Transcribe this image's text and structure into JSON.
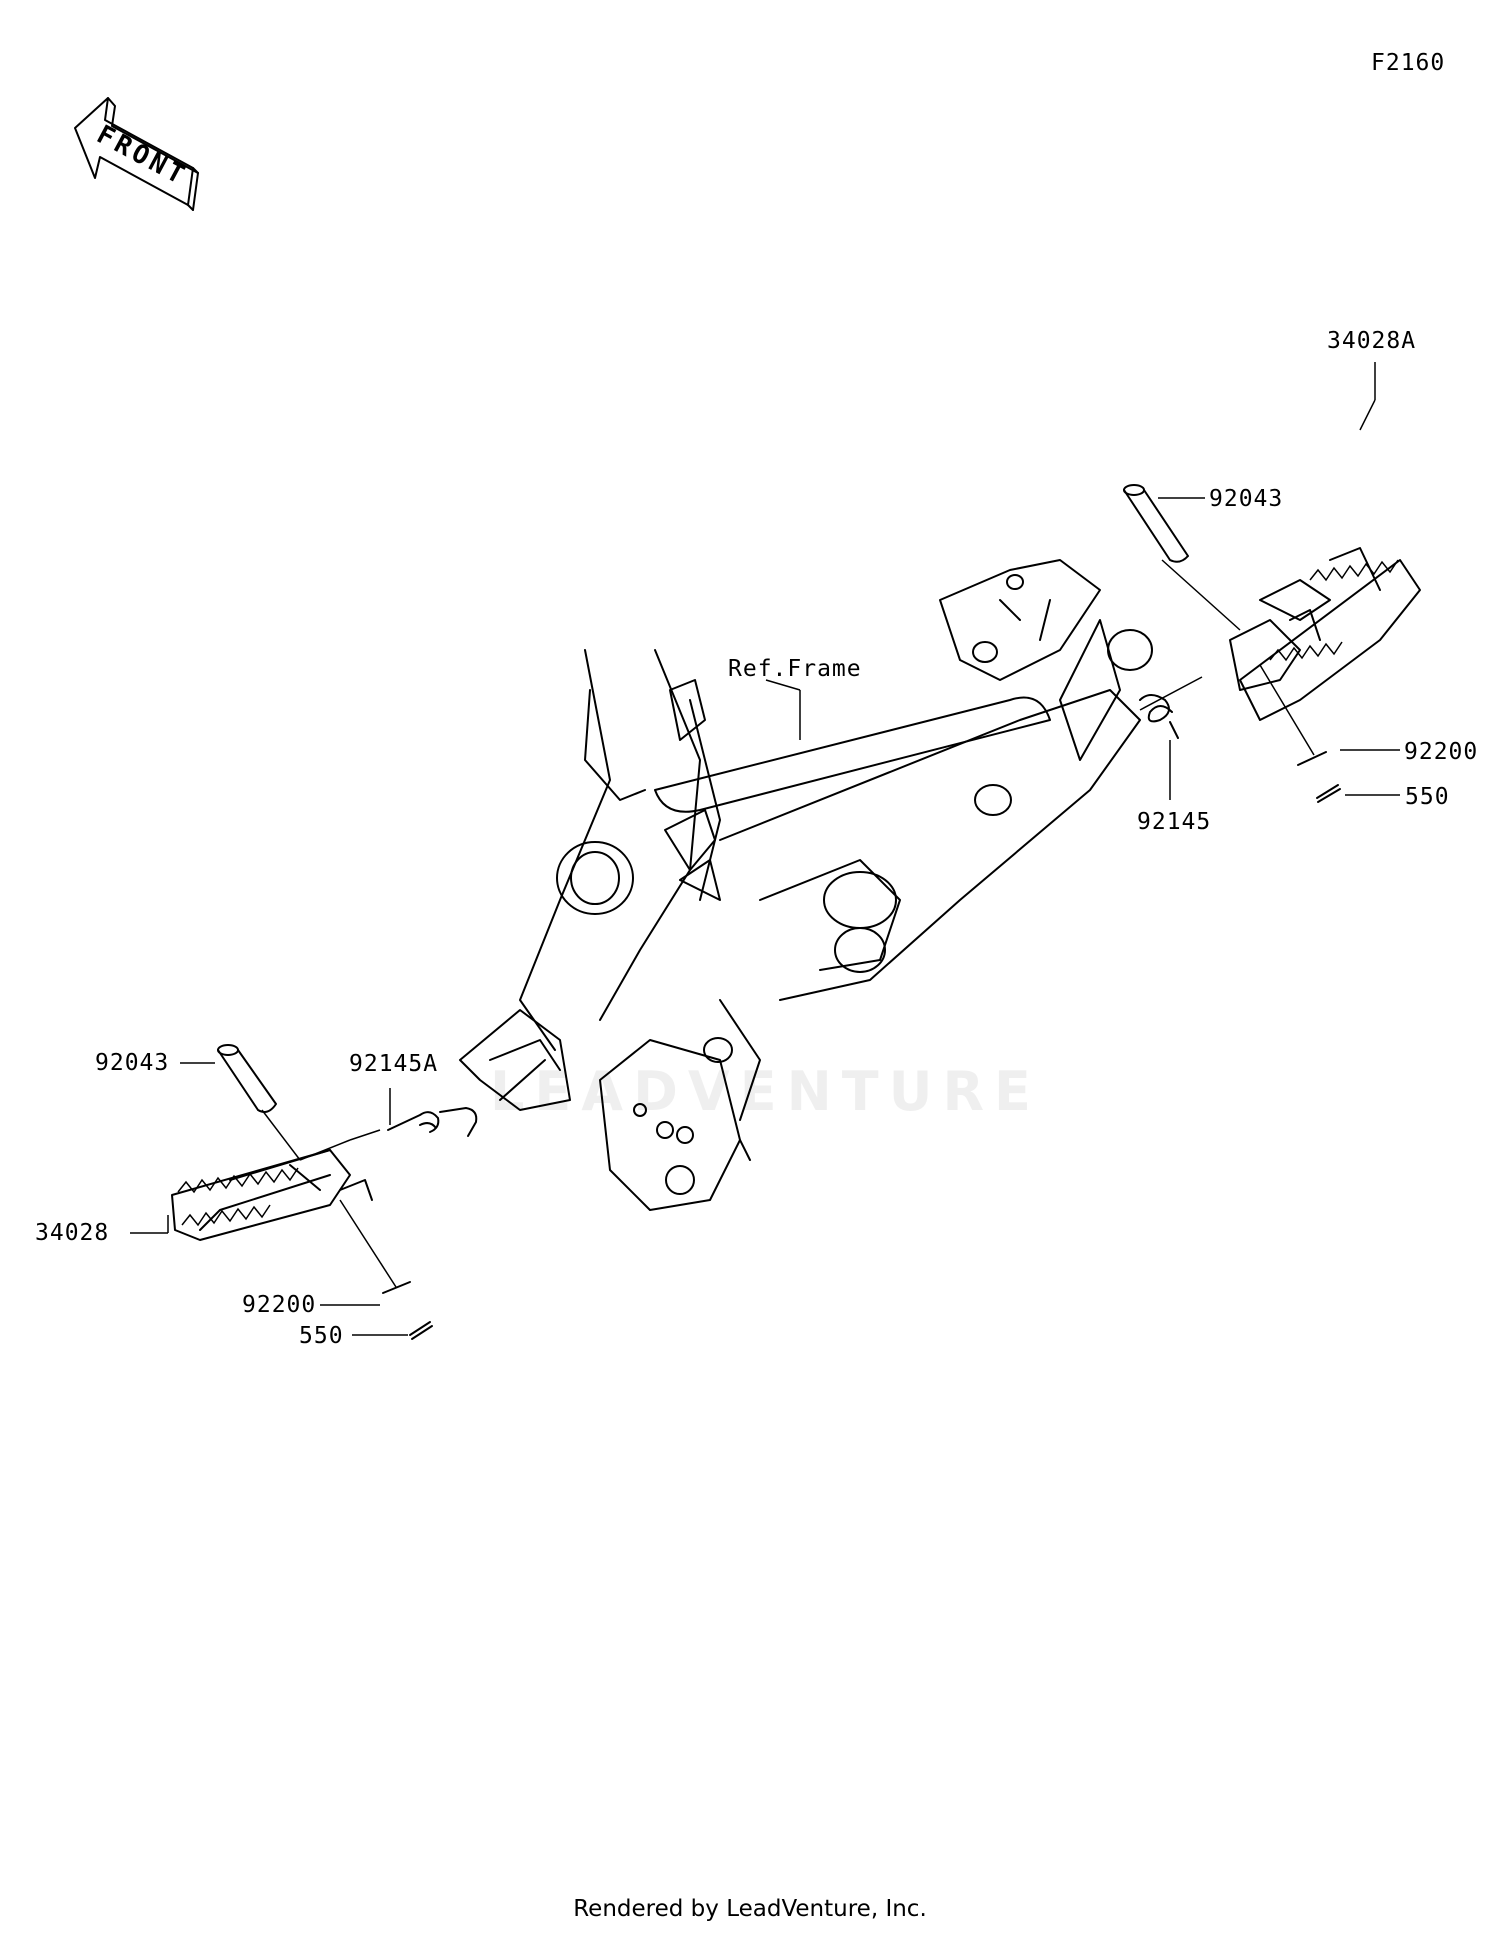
{
  "figure_id": "F2160",
  "front_arrow": {
    "label": "FRONT",
    "icon": "front-direction-arrow-icon"
  },
  "callouts": {
    "ref_frame": "Ref.Frame",
    "r_footpeg": "34028A",
    "r_pin": "92043",
    "r_washer": "92200",
    "r_cotter": "550",
    "r_spring": "92145",
    "l_pin": "92043",
    "l_spring": "92145A",
    "l_footpeg": "34028",
    "l_washer": "92200",
    "l_cotter": "550"
  },
  "watermark": "LEADVENTURE",
  "footer": "Rendered by LeadVenture, Inc."
}
